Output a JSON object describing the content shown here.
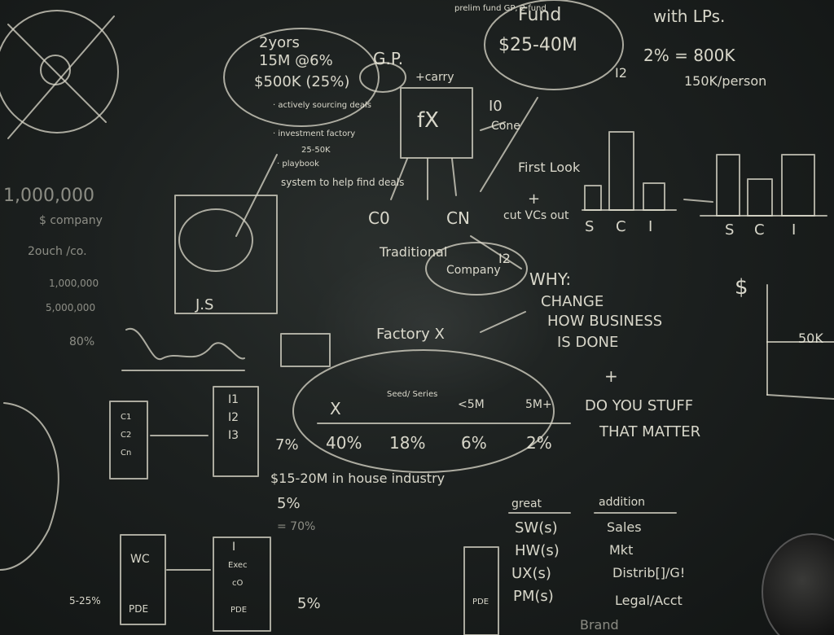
{
  "top": {
    "two_years": "2yors",
    "fifteen_m": "15M @6%",
    "fee": "$500K (25%)",
    "gp": "G.P.",
    "carry": "+carry",
    "bullets": [
      "· actively sourcing deals",
      "· investment factory",
      "25-50K",
      "· playbook",
      "system to help find deals"
    ],
    "fund_notes": "prelim fund GP, 2 fund",
    "fund": "Fund",
    "fund_size": "$25-40M",
    "with_lps": "with LPs.",
    "two_pct": "2% = 800K",
    "per_year": "150K/person",
    "i2": "I2",
    "fx": "fX",
    "i0": "I0",
    "cone": "Cone",
    "c0": "C0",
    "cn": "CN",
    "first_look": "First Look",
    "plus1": "+",
    "cut_vcs": "cut VCs out"
  },
  "left": {
    "million": "1,000,000",
    "s_company": "$ company",
    "growth": "2ouch /co.",
    "m1": "1,000,000",
    "m2": "5,000,000",
    "percent": "80%",
    "js": "J.S",
    "c_boxes": [
      "C1",
      "C2",
      "Cn"
    ],
    "i_boxes": [
      "I1",
      "I2",
      "I3"
    ],
    "val": "5-25%",
    "wc": "WC",
    "pde": "PDE",
    "lower_i": [
      "I",
      "Exec",
      "cO",
      "PDE"
    ]
  },
  "middle": {
    "traditional": "Traditional",
    "company": "Company",
    "i_note": "I2",
    "why": "WHY:",
    "factory": "Factory X",
    "change": "CHANGE",
    "how": "HOW BUSINESS",
    "is_done": "IS DONE",
    "plus2": "+",
    "do_stuff": "DO YOU STUFF",
    "matters": "THAT MATTER",
    "table_headers": [
      "X",
      "Seed/ Series",
      "<5M",
      "5M+"
    ],
    "table_values": [
      "7%",
      "40%",
      "18%",
      "6%",
      "2%"
    ],
    "industry": "$15-20M in house industry",
    "five_pct": "5%",
    "equals": "= 70%",
    "five_pct2": "5%"
  },
  "right": {
    "scl1": [
      "S",
      "C",
      "I"
    ],
    "scl2": [
      "S",
      "C",
      "I"
    ],
    "dollar": "$",
    "fifty_k": "50K",
    "great": "great",
    "addition": "addition",
    "col1": [
      "SW(s)",
      "HW(s)",
      "UX(s)",
      "PM(s)"
    ],
    "col2": [
      "Sales",
      "Mkt",
      "Distrib[]/G!",
      "Legal/Acct"
    ],
    "brand": "Brand"
  }
}
